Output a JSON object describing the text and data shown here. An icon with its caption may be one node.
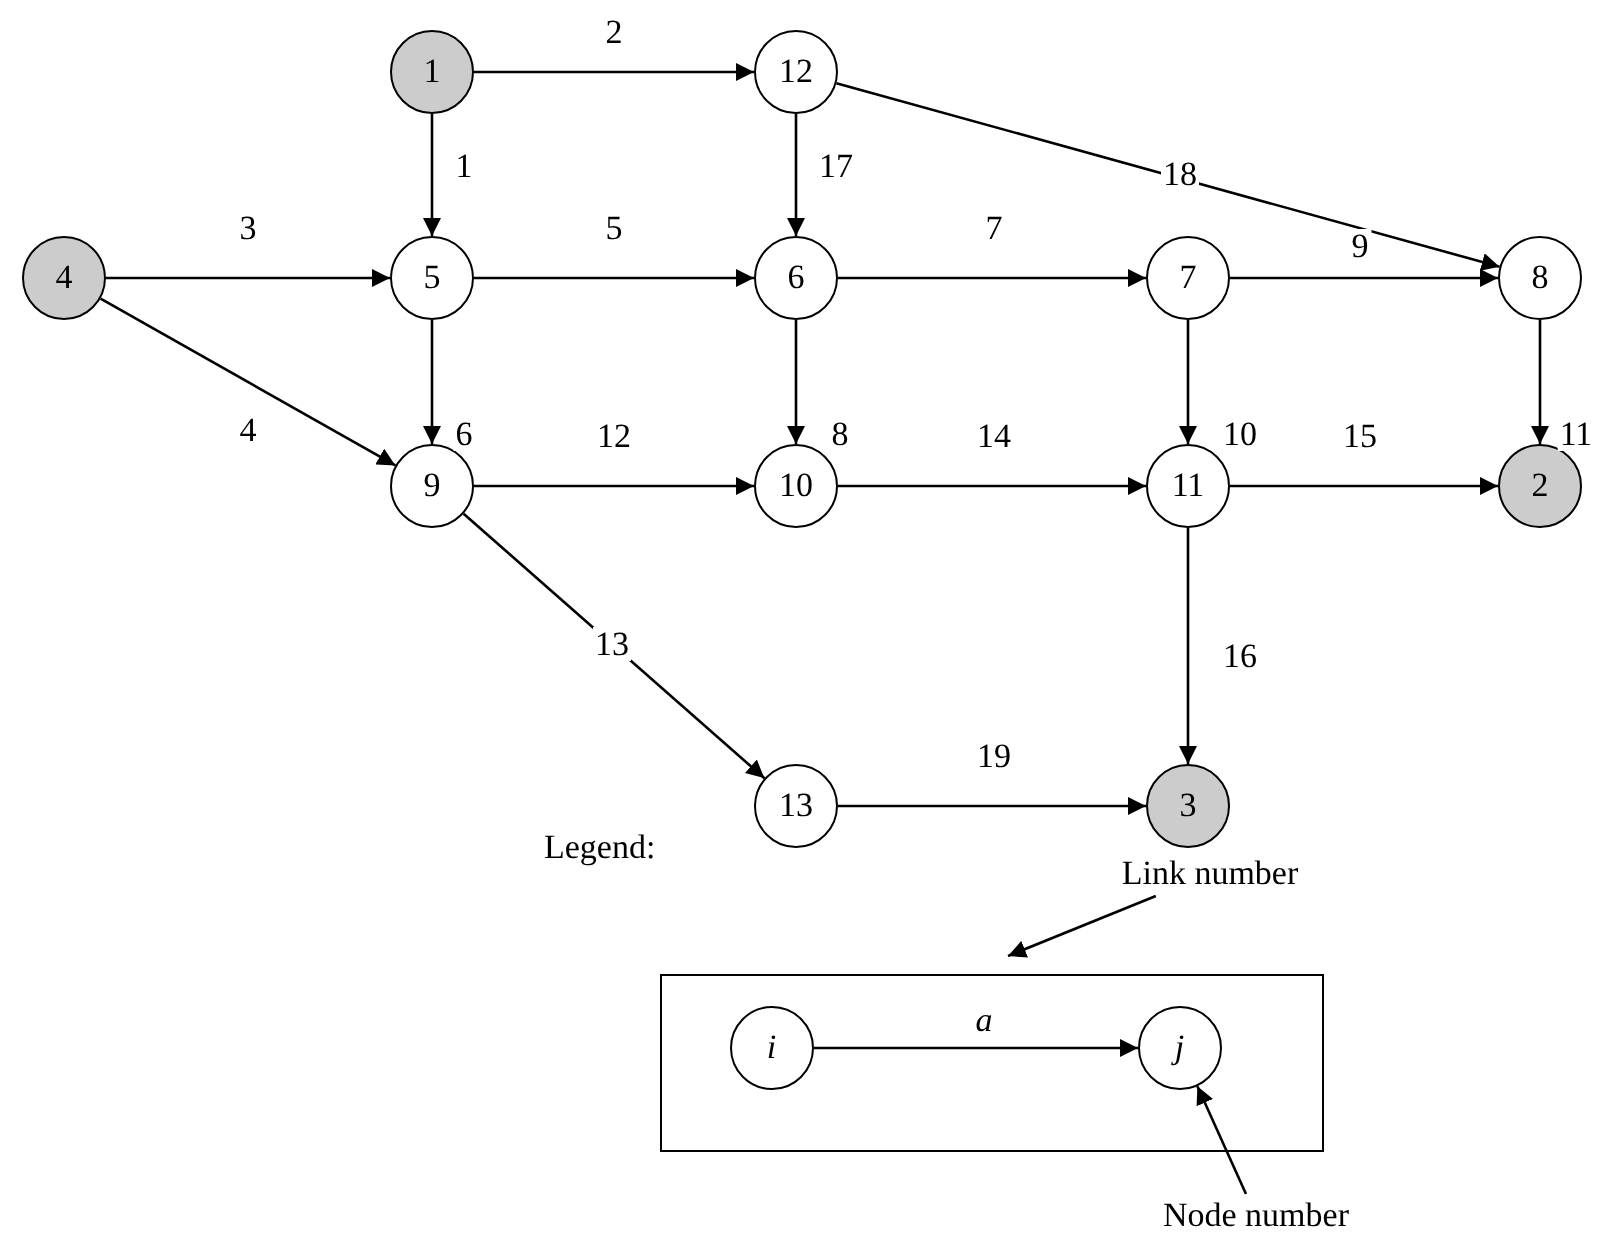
{
  "diagram": {
    "nodes": [
      {
        "text": [
          "1"
        ]
      },
      {
        "text": [
          "12"
        ]
      },
      {
        "text": [
          "4"
        ]
      },
      {
        "text": [
          "5"
        ]
      },
      {
        "text": [
          "6"
        ]
      },
      {
        "text": [
          "7"
        ]
      },
      {
        "text": [
          "8"
        ]
      },
      {
        "text": [
          "9"
        ]
      },
      {
        "text": [
          "10"
        ]
      },
      {
        "text": [
          "11"
        ]
      },
      {
        "text": [
          "2"
        ]
      },
      {
        "text": [
          "13"
        ]
      },
      {
        "text": [
          "3"
        ]
      },
      {
        "text": [],
        "shape": "box"
      },
      {
        "text": [
          "i"
        ],
        "in": 13
      },
      {
        "text": [
          "j"
        ],
        "in": 13
      },
      {
        "text": [
          "Link number"
        ]
      },
      {
        "text": [
          "Node number"
        ]
      }
    ],
    "edges": [
      {
        "from": 0,
        "to": 3,
        "arrow": "to",
        "label": "1"
      },
      {
        "from": 0,
        "to": 1,
        "arrow": "to",
        "label": "2"
      },
      {
        "from": 2,
        "to": 3,
        "arrow": "to",
        "label": "3"
      },
      {
        "from": 2,
        "to": 7,
        "arrow": "to",
        "label": "4"
      },
      {
        "from": 3,
        "to": 4,
        "arrow": "to",
        "label": "5"
      },
      {
        "from": 3,
        "to": 7,
        "arrow": "to",
        "label": "6"
      },
      {
        "from": 4,
        "to": 5,
        "arrow": "to",
        "label": "7"
      },
      {
        "from": 4,
        "to": 8,
        "arrow": "to",
        "label": "8"
      },
      {
        "from": 5,
        "to": 6,
        "arrow": "to",
        "label": "9"
      },
      {
        "from": 5,
        "to": 9,
        "arrow": "to",
        "label": "10"
      },
      {
        "from": 6,
        "to": 10,
        "arrow": "to",
        "label": "11"
      },
      {
        "from": 7,
        "to": 8,
        "arrow": "to",
        "label": "12"
      },
      {
        "from": 7,
        "to": 11,
        "arrow": "to",
        "label": "13"
      },
      {
        "from": 8,
        "to": 9,
        "arrow": "to",
        "label": "14"
      },
      {
        "from": 9,
        "to": 10,
        "arrow": "to",
        "label": "15"
      },
      {
        "from": 9,
        "to": 12,
        "arrow": "to",
        "label": "16"
      },
      {
        "from": 1,
        "to": 4,
        "arrow": "to",
        "label": "17"
      },
      {
        "from": 1,
        "to": 6,
        "arrow": "to",
        "label": "18"
      },
      {
        "from": 11,
        "to": 12,
        "arrow": "to",
        "label": "19"
      },
      {
        "from": 14,
        "to": 15,
        "arrow": "to",
        "label": "a"
      },
      {
        "from": 16,
        "to": 13,
        "arrow": "to"
      },
      {
        "from": 17,
        "to": 15,
        "arrow": "to"
      }
    ],
    "labels": [
      "Legend:"
    ]
  }
}
